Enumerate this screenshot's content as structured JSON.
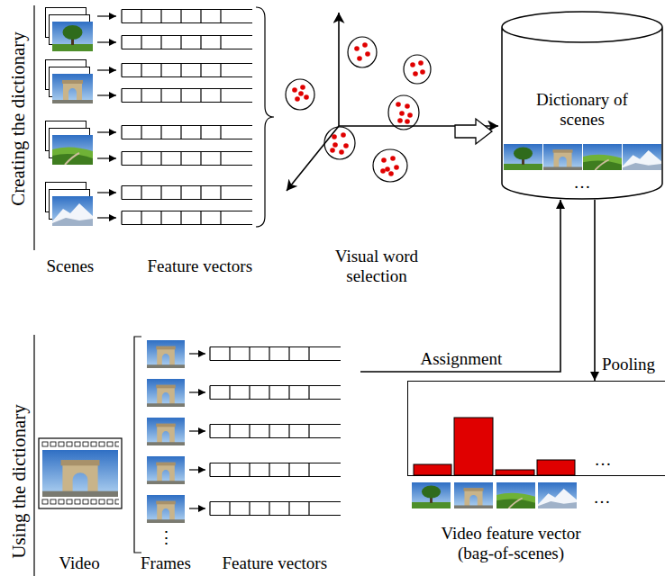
{
  "diagram": {
    "nodes": [
      {
        "text": [
          "Dictionary of scenes",
          "…"
        ]
      },
      {
        "text": [
          "…",
          "Video feature vector (bag-of-scenes)"
        ]
      }
    ],
    "edges": [
      {
        "from": 0,
        "to": 1,
        "arrow": "to",
        "label": "Pooling"
      }
    ],
    "labels": [
      "Creating the dictionary",
      "Scenes",
      "Feature vectors",
      "Visual word selection",
      "Using the dictionary",
      "Assignment",
      "Video",
      "Frames",
      "Feature vectors",
      "⋮",
      "…"
    ]
  }
}
